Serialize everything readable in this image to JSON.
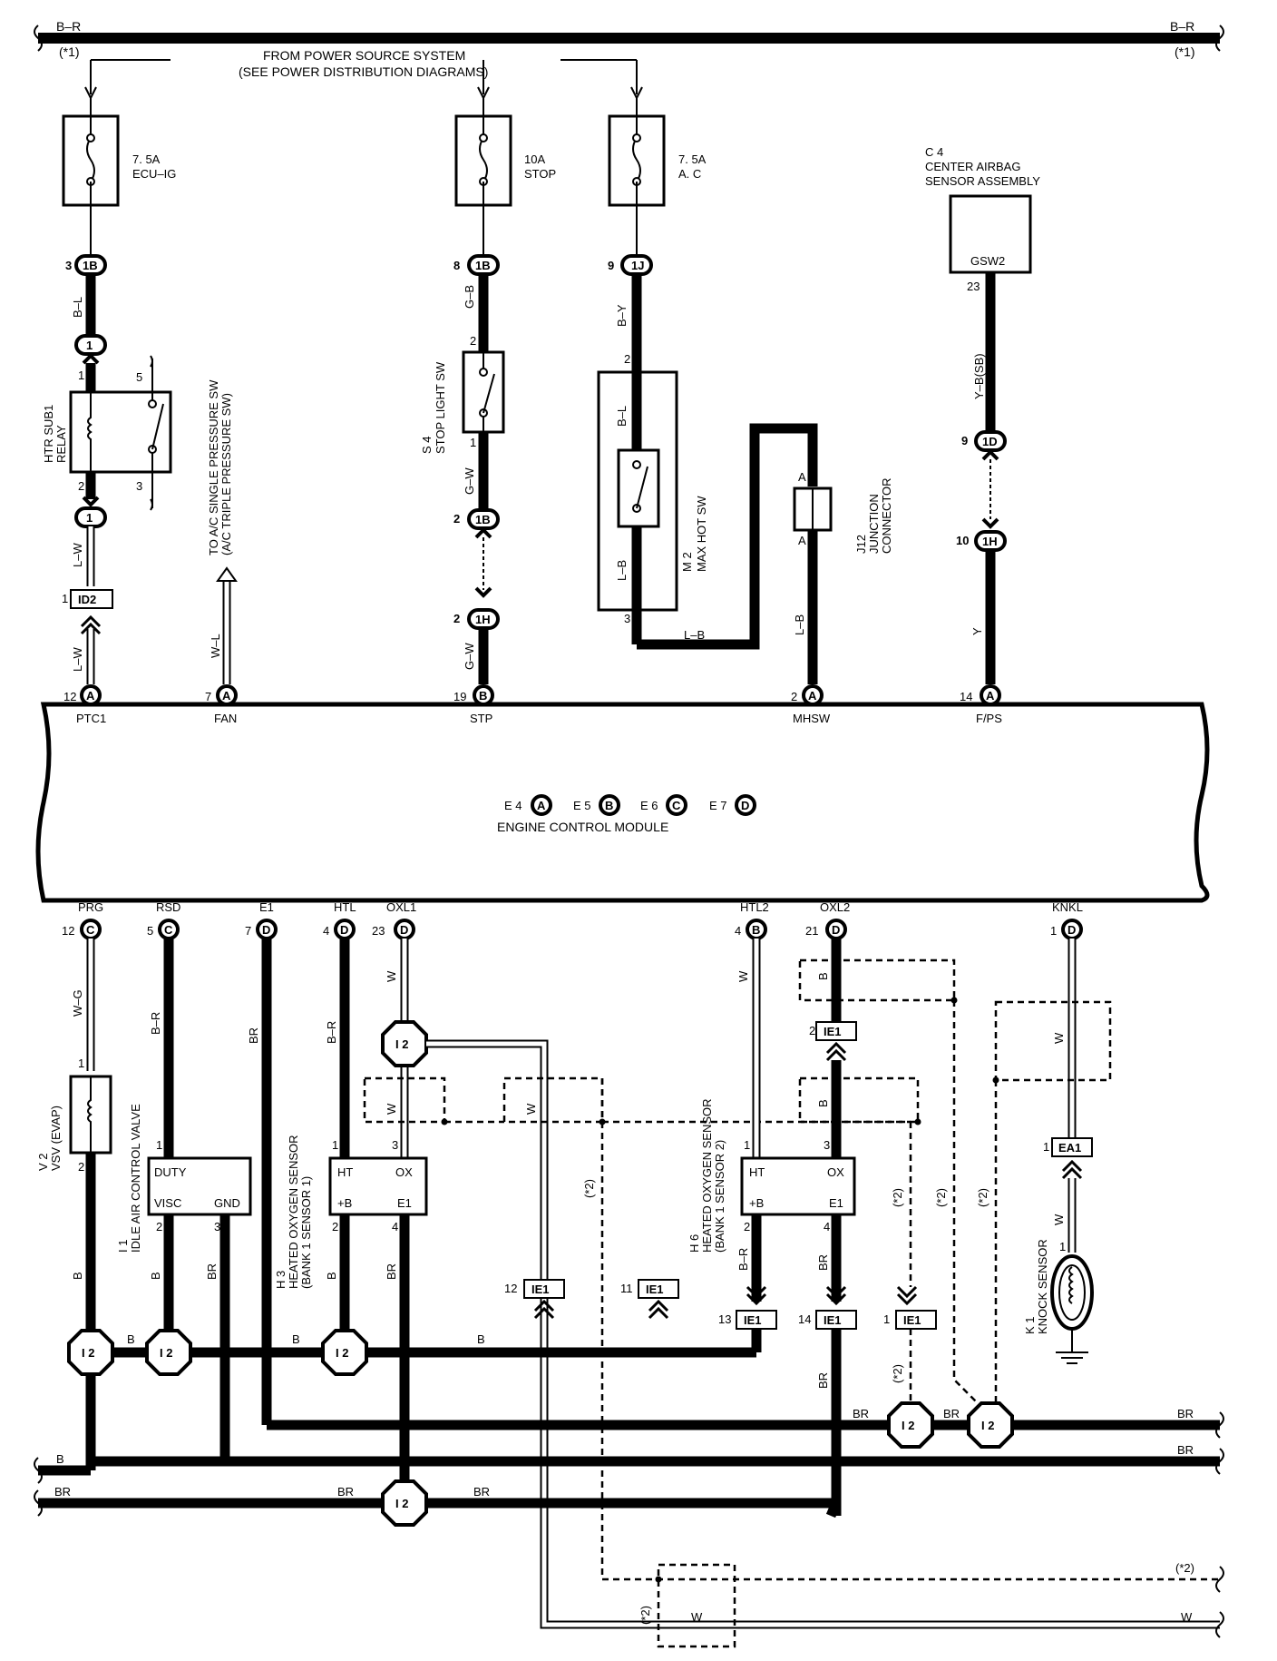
{
  "bus_top": {
    "left_label": "B–R",
    "right_label": "B–R",
    "left_note": "(*1)",
    "right_note": "(*1)"
  },
  "power_source": {
    "line1": "FROM POWER SOURCE SYSTEM",
    "line2": "(SEE POWER DISTRIBUTION DIAGRAMS)"
  },
  "fuses": [
    {
      "amp": "7. 5A",
      "name": "ECU–IG"
    },
    {
      "amp": "10A",
      "name": "STOP"
    },
    {
      "amp": "7. 5A",
      "name": "A. C"
    }
  ],
  "airbag": {
    "id": "C 4",
    "line1": "CENTER AIRBAG",
    "line2": "SENSOR ASSEMBLY",
    "terminal": "GSW2",
    "pin": "23",
    "wire": "Y–B(SB)"
  },
  "relay": {
    "line1": "HTR SUB1",
    "line2": "RELAY",
    "pins": [
      "1",
      "2",
      "3",
      "5"
    ]
  },
  "stoplight": {
    "id": "S 4",
    "name": "STOP LIGHT SW",
    "pins": [
      "2",
      "1"
    ]
  },
  "maxhot": {
    "id": "M 2",
    "name": "MAX HOT SW",
    "pins": [
      "2",
      "3"
    ]
  },
  "junction": {
    "id": "J12",
    "line1": "JUNCTION",
    "line2": "CONNECTOR",
    "pin": "A"
  },
  "ac_pressure": {
    "line1": "TO A/C SINGLE PRESSURE SW",
    "line2": "(A/C TRIPLE PRESSURE SW)"
  },
  "connectors": {
    "c1B_a": "1B",
    "c1B_b": "1B",
    "c1B_c": "1B",
    "c1J": "1J",
    "c1D": "1D",
    "c1H_a": "1H",
    "c1H_b": "1H",
    "c1": "1",
    "cID2": "ID2",
    "cIE1": "IE1",
    "cEA1": "EA1",
    "cI2": "I 2",
    "pin3": "3",
    "pin8": "8",
    "pin9": "9",
    "pin1": "1",
    "pin2": "2",
    "pin10": "10",
    "pin11": "11",
    "pin12": "12",
    "pin13": "13",
    "pin14": "14",
    "pin4": "4"
  },
  "wires": {
    "bl": "B–L",
    "lw": "L–W",
    "wl": "W–L",
    "gb": "G–B",
    "gw": "G–W",
    "by": "B–Y",
    "lb": "L–B",
    "y": "Y",
    "wg": "W–G",
    "br_w": "B–R",
    "b": "B",
    "br": "BR",
    "w": "W",
    "star2": "(*2)"
  },
  "ecm": {
    "title": "ENGINE CONTROL MODULE",
    "codes": [
      "E 4",
      "E 5",
      "E 6",
      "E 7"
    ],
    "letters": [
      "A",
      "B",
      "C",
      "D"
    ],
    "top_pins": [
      {
        "num": "12",
        "letter": "A",
        "name": "PTC1"
      },
      {
        "num": "7",
        "letter": "A",
        "name": "FAN"
      },
      {
        "num": "19",
        "letter": "B",
        "name": "STP"
      },
      {
        "num": "2",
        "letter": "A",
        "name": "MHSW"
      },
      {
        "num": "14",
        "letter": "A",
        "name": "F/PS"
      }
    ],
    "bottom_pins": [
      {
        "num": "12",
        "letter": "C",
        "name": "PRG"
      },
      {
        "num": "5",
        "letter": "C",
        "name": "RSD"
      },
      {
        "num": "7",
        "letter": "D",
        "name": "E1"
      },
      {
        "num": "4",
        "letter": "D",
        "name": "HTL"
      },
      {
        "num": "23",
        "letter": "D",
        "name": "OXL1"
      },
      {
        "num": "4",
        "letter": "B",
        "name": "HTL2"
      },
      {
        "num": "21",
        "letter": "D",
        "name": "OXL2"
      },
      {
        "num": "1",
        "letter": "D",
        "name": "KNKL"
      }
    ]
  },
  "vsv": {
    "id": "V 2",
    "name": "VSV (EVAP)",
    "pins": [
      "1",
      "2"
    ]
  },
  "iac": {
    "id": "I 1",
    "name": "IDLE AIR CONTROL VALVE",
    "t1": "DUTY",
    "t2": "VISC",
    "t3": "GND"
  },
  "h3": {
    "id": "H 3",
    "line1": "HEATED OXYGEN SENSOR",
    "line2": "(BANK 1 SENSOR 1)",
    "t1": "HT",
    "t2": "OX",
    "t3": "+B",
    "t4": "E1"
  },
  "h6": {
    "id": "H 6",
    "line1": "HEATED OXYGEN SENSOR",
    "line2": "(BANK 1 SENSOR 2)",
    "t1": "HT",
    "t2": "OX",
    "t3": "+B",
    "t4": "E1"
  },
  "knock": {
    "id": "K 1",
    "name": "KNOCK SENSOR"
  }
}
